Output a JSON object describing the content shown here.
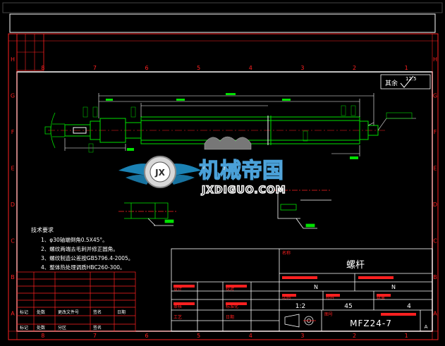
{
  "border": {
    "rows": [
      "H",
      "G",
      "F",
      "E",
      "D",
      "C",
      "B",
      "A"
    ],
    "cols": [
      "8",
      "7",
      "6",
      "5",
      "4",
      "3",
      "2",
      "1"
    ]
  },
  "roughness": {
    "value": "12.5",
    "label": "其余"
  },
  "tech_notes": {
    "title": "技术要求",
    "items": [
      "1、φ30轴端倒角0.5X45°。",
      "2、螺纹两端去毛刺并修正圆角。",
      "3、螺纹制造公差按GB5796.4-2005。",
      "4、整体热处理调质HBC260-300。"
    ]
  },
  "title_block": {
    "part_name": "螺杆",
    "part_name_caption": "名称",
    "drawing_no": "MFZ24-7",
    "drawing_no_caption": "图号",
    "scale_caption": "比例",
    "scale": "1:2",
    "material_caption": "材料",
    "material": "45",
    "quantity_caption": "数量",
    "quantity": "4",
    "sheet": "A",
    "n_left": "N",
    "n_right": "N",
    "draw_caption": "设计",
    "check_caption": "校对",
    "approve_caption": "审核",
    "std_caption": "标准化",
    "process_caption": "工艺",
    "date_caption": "日期"
  },
  "rev_table": {
    "headers": [
      "标记",
      "处数",
      "更改文件号",
      "签名",
      "日期"
    ],
    "footer": [
      "标记",
      "处数",
      "分区",
      "签名"
    ]
  },
  "watermark": {
    "cn": "机械帝国",
    "en": "JXDIGUO.COM",
    "badge": "JX"
  },
  "colors": {
    "frame": "#ff2020",
    "geometry": "#00e000",
    "text": "#ffffff",
    "dim": "#ffff00"
  }
}
